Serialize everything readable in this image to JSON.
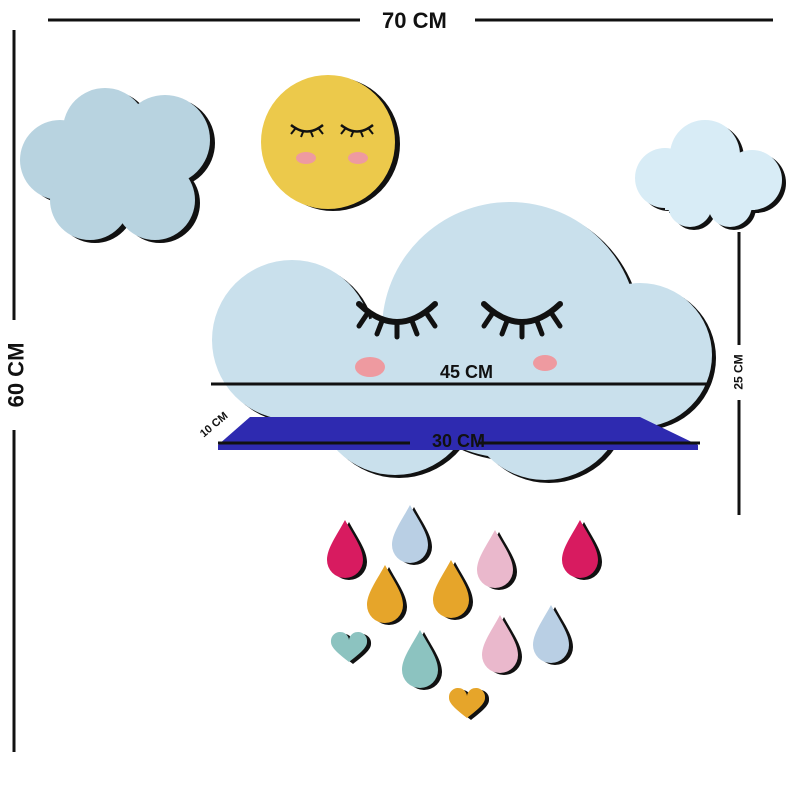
{
  "dimensions": {
    "total_width": "70 CM",
    "total_height": "60 CM",
    "cloud_width": "45 CM",
    "shelf_width": "30 CM",
    "shelf_depth": "10 CM",
    "cloud_height": "25 CM"
  },
  "colors": {
    "cloud": "#c9e0ec",
    "cloud_light": "#d8ecf6",
    "small_cloud": "#b8d3e0",
    "sun": "#ecc94b",
    "shelf": "#2e2ab0",
    "cheek": "#ee9aa0",
    "magenta": "#d81b60",
    "pastel_blue": "#b9cfe4",
    "pink": "#eab8cc",
    "orange": "#e6a52a",
    "teal": "#8cc3c0"
  }
}
